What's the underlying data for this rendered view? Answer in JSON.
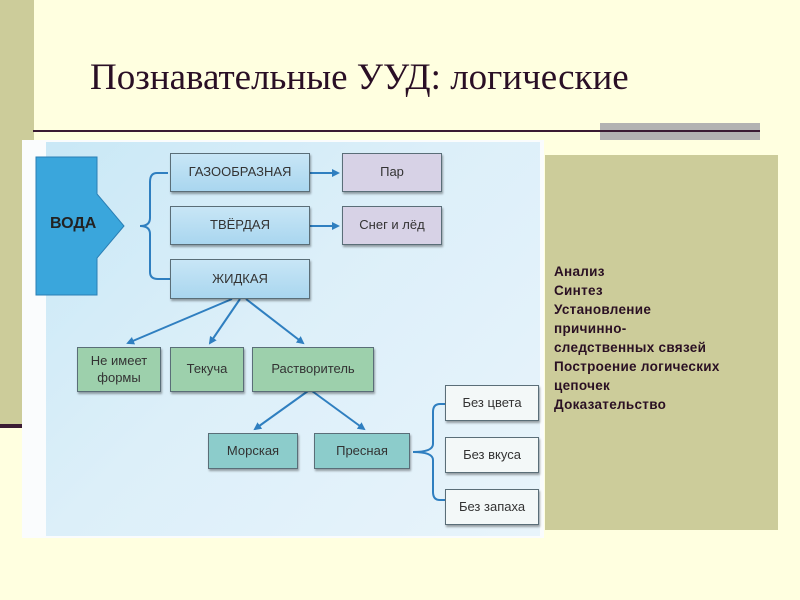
{
  "slide": {
    "title": "Познавательные УУД: логические",
    "colors": {
      "background": "#ffffe0",
      "accent_bar": "#cccc9a",
      "rule": "#3a1b33",
      "title_text": "#2a0f25",
      "arrow_blue": "#2f7fc0"
    }
  },
  "diagram": {
    "root": "ВОДА",
    "states": [
      {
        "label": "ГАЗООБРАЗНАЯ",
        "result": "Пар"
      },
      {
        "label": "ТВЁРДАЯ",
        "result": "Снег и лёд"
      },
      {
        "label": "ЖИДКАЯ"
      }
    ],
    "liquid_properties": [
      "Не имеет формы",
      "Текуча",
      "Растворитель"
    ],
    "solvent_types": [
      "Морская",
      "Пресная"
    ],
    "fresh_properties": [
      "Без цвета",
      "Без вкуса",
      "Без запаха"
    ]
  },
  "sidebar": {
    "lines": [
      "Анализ",
      "Синтез",
      "Установление",
      "причинно-",
      "следственных связей",
      "Построение логических",
      "цепочек",
      "Доказательство"
    ]
  }
}
